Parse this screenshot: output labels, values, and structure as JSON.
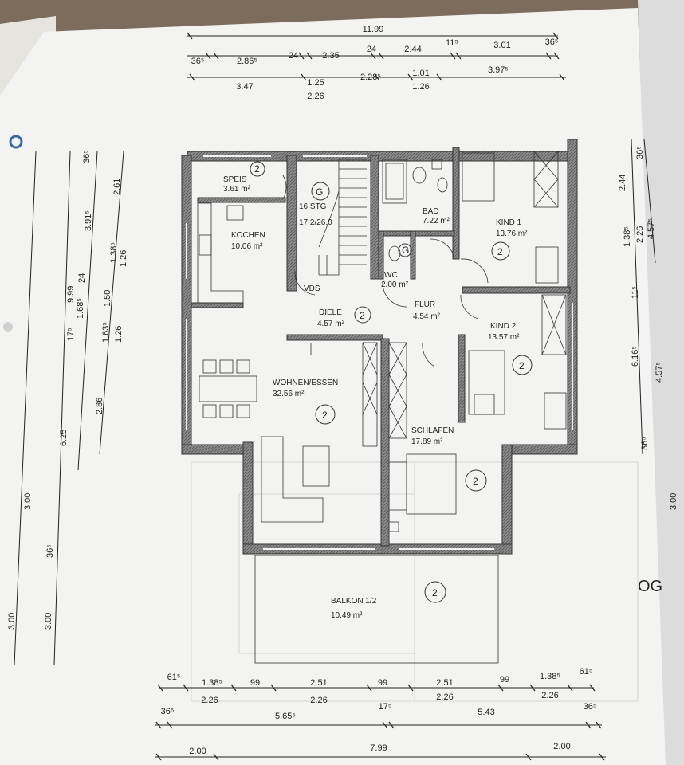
{
  "title": "OG",
  "colors": {
    "wall": "#6e6e6e",
    "paper": "#f3f3f1",
    "line": "#222222",
    "page_edge": "#8a7a6a"
  },
  "rooms": [
    {
      "name": "SPEIS",
      "area": "3.61 m²",
      "mark": "2"
    },
    {
      "name": "16 STG",
      "area": "17.2/26.0",
      "mark": "G"
    },
    {
      "name": "BAD",
      "area": "7.22 m²"
    },
    {
      "name": "KIND 1",
      "area": "13.76 m²",
      "mark": "2"
    },
    {
      "name": "KOCHEN",
      "area": "10.06 m²"
    },
    {
      "name": "WC",
      "area": "2.00 m²",
      "mark": "G"
    },
    {
      "name": "DIELE",
      "area": "4.57 m²",
      "mark": "2"
    },
    {
      "name": "FLUR",
      "area": "4.54 m²"
    },
    {
      "name": "KIND 2",
      "area": "13.57 m²",
      "mark": "2"
    },
    {
      "name": "WOHNEN/ESSEN",
      "area": "32.56 m²",
      "mark": "2"
    },
    {
      "name": "SCHLAFEN",
      "area": "17.89 m²",
      "mark": "2"
    },
    {
      "name": "BALKON 1/2",
      "area": "10.49 m²",
      "mark": "2"
    }
  ],
  "labels": {
    "vds": "VDS"
  },
  "dims_top": {
    "overall": "11.99",
    "row1": [
      "36⁵",
      "2.86⁵",
      "24",
      "2.35",
      "24",
      "2.44",
      "11⁵",
      "3.01",
      "36⁵"
    ],
    "row2": [
      "3.47",
      "1.25",
      "2.28⁵",
      "1.01",
      "3.97⁵"
    ],
    "row2_below": [
      "2.26",
      "1.26"
    ]
  },
  "dims_bottom": {
    "row1": [
      "61⁵",
      "1.38⁵",
      "99",
      "2.51",
      "99",
      "2.51",
      "99",
      "1.38⁵",
      "61⁵"
    ],
    "row1_below": [
      "2.26",
      "2.26",
      "2.26",
      "2.26"
    ],
    "row2": [
      "36⁵",
      "5.65⁵",
      "17⁵",
      "5.43",
      "36⁵"
    ],
    "row3": [
      "2.00",
      "7.99",
      "2.00"
    ]
  },
  "dims_left": {
    "c1": [
      "3.00",
      "3.00"
    ],
    "c2": [
      "3.00",
      "36⁵",
      "6.25",
      "9.99"
    ],
    "c3": [
      "17⁵",
      "1.68⁵",
      "24",
      "3.91⁵",
      "36⁵"
    ],
    "c4": [
      "2.86",
      "1.63⁵",
      "1.50",
      "1.38⁵",
      "2.61"
    ],
    "c5": [
      "1.26",
      "1.26"
    ]
  },
  "dims_right": {
    "c1": [
      "2.44",
      "1.38⁵",
      "11⁵",
      "6.16⁵",
      "36⁵"
    ],
    "c2": [
      "36⁵",
      "2.26",
      "4.57⁵",
      "4.57⁵",
      "3.00"
    ]
  }
}
